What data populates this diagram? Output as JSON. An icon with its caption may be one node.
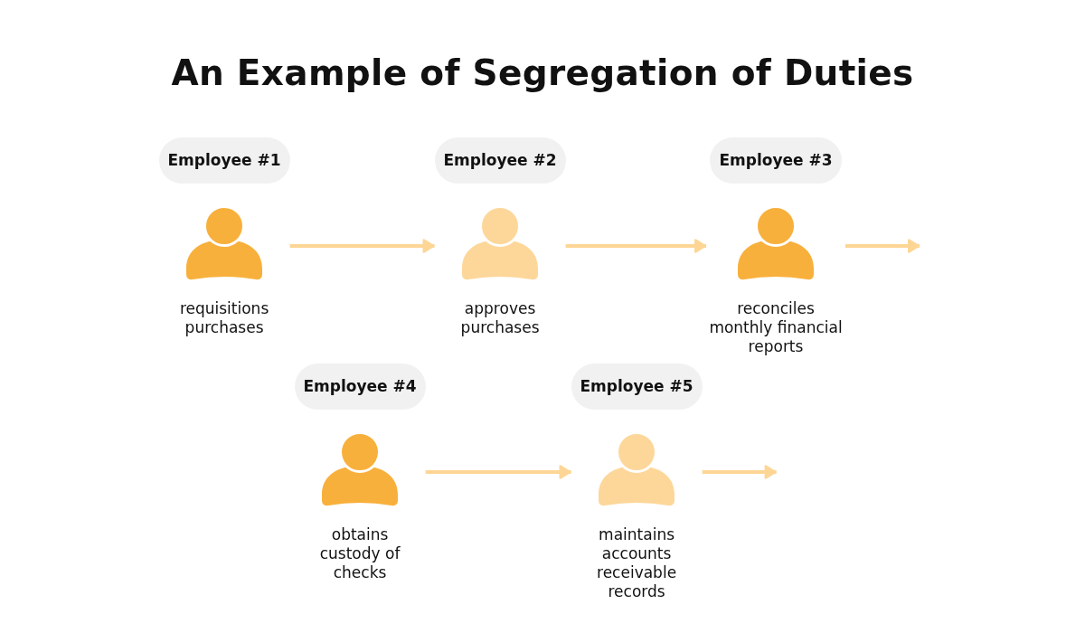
{
  "diagram": {
    "title": "An Example of Segregation of Duties",
    "nodes": [
      {
        "text": [
          "Employee #1",
          "requisitions purchases"
        ]
      },
      {
        "text": [
          "Employee #2",
          "approves purchases"
        ]
      },
      {
        "text": [
          "Employee #3",
          "reconciles monthly financial reports"
        ]
      },
      {
        "text": [
          "Employee #4",
          "obtains custody of checks"
        ]
      },
      {
        "text": [
          "Employee #5",
          "maintains accounts receivable records"
        ]
      }
    ],
    "edges": [
      {
        "from": 0,
        "to": 1,
        "arrow": "to"
      },
      {
        "from": 1,
        "to": 2,
        "arrow": "to"
      },
      {
        "from": 2,
        "to": null,
        "arrow": "to"
      },
      {
        "from": 3,
        "to": 4,
        "arrow": "to"
      },
      {
        "from": 4,
        "to": null,
        "arrow": "to"
      }
    ]
  }
}
